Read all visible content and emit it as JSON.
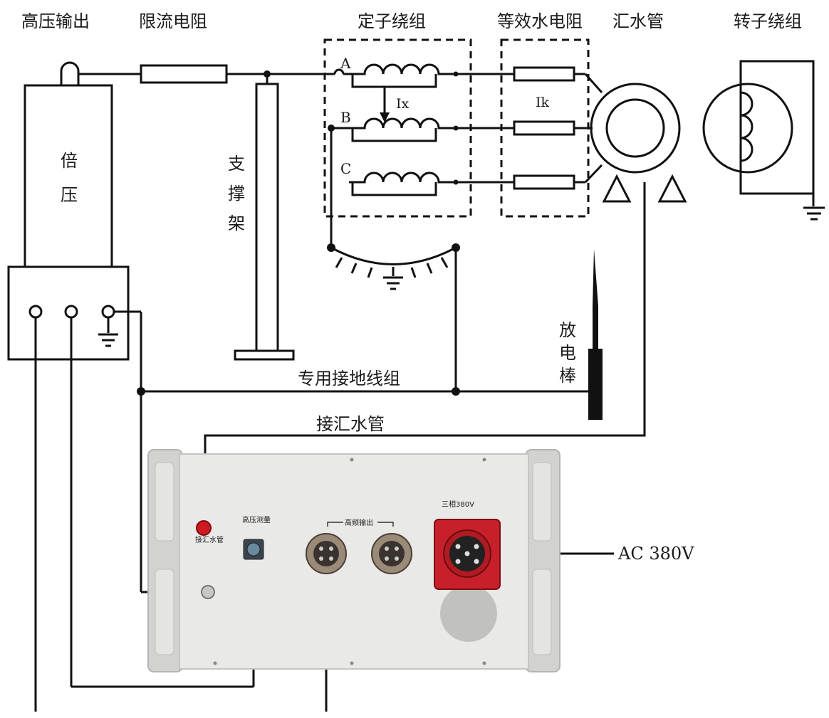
{
  "labels": {
    "hv_output": "高压输出",
    "limit_resistor": "限流电阻",
    "stator_winding": "定子绕组",
    "water_resistor": "等效水电阻",
    "manifold": "汇水管",
    "rotor_winding": "转子绕组",
    "multiplier_1": "倍",
    "multiplier_2": "压",
    "support_1": "支",
    "support_2": "撑",
    "support_3": "架",
    "phase_a": "A",
    "phase_b": "B",
    "phase_c": "C",
    "ix": "Ix",
    "ik": "Ik",
    "discharge_1": "放",
    "discharge_2": "电",
    "discharge_3": "棒",
    "ground_set": "专用接地线组",
    "to_manifold": "接汇水管",
    "ac_input": "AC 380V"
  },
  "panel": {
    "hv_measure": "高压测量",
    "hf_output": "高频输出",
    "three_phase": "三相380V",
    "manifold_terminal": "接汇水管"
  },
  "colors": {
    "line": "#111111",
    "panel_face": "#e9e9e7",
    "panel_frame": "#d6d6d4",
    "red_plug": "#c8202a",
    "red_terminal": "#d01a22"
  }
}
